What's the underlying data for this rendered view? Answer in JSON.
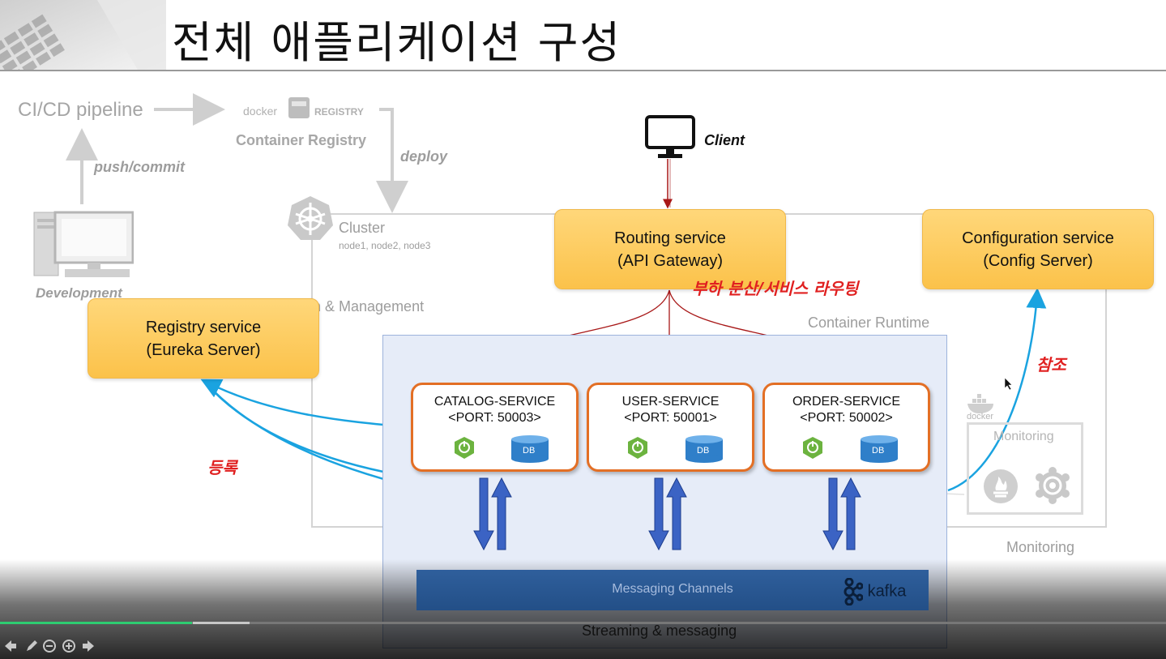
{
  "slide": {
    "title": "전체 애플리케이션 구성"
  },
  "pipeline": {
    "ci_label": "CI/CD pipeline",
    "push_label": "push/commit",
    "deploy_label": "deploy",
    "registry_logo_text": "docker REGISTRY",
    "registry_caption": "Container Registry",
    "development_label": "Development"
  },
  "cluster": {
    "label": "Cluster",
    "nodes": "node1, node2, node3",
    "management_label": "n & Management",
    "runtime_label": "Container Runtime"
  },
  "client": {
    "label": "Client"
  },
  "routing": {
    "line1": "Routing service",
    "line2": "(API Gateway)"
  },
  "config": {
    "line1": "Configuration service",
    "line2": "(Config Server)"
  },
  "registry": {
    "line1": "Registry service",
    "line2": "(Eureka Server)"
  },
  "annotations": {
    "load_balancing": "부하 분산/서비스 라우팅",
    "reference": "참조",
    "registration": "등록"
  },
  "services": [
    {
      "name": "CATALOG-SERVICE",
      "port": "<PORT: 50003>",
      "db": "DB"
    },
    {
      "name": "USER-SERVICE",
      "port": "<PORT: 50001>",
      "db": "DB"
    },
    {
      "name": "ORDER-SERVICE",
      "port": "<PORT: 50002>",
      "db": "DB"
    }
  ],
  "monitoring": {
    "docker_label": "docker",
    "inner_label": "Monitoring",
    "outer_label": "Monitoring"
  },
  "messaging": {
    "channel_label": "Messaging Channels",
    "kafka_label": "kafka",
    "streaming_label": "Streaming & messaging"
  },
  "colors": {
    "orange_box": "#fbc24a",
    "service_border": "#e36f25",
    "arrow_red": "#a81818",
    "arrow_blue": "#1aa3e0",
    "annotation_red": "#e02020",
    "progress_played": "#2ecc71"
  },
  "player": {
    "progress_played_fraction": 0.165
  }
}
